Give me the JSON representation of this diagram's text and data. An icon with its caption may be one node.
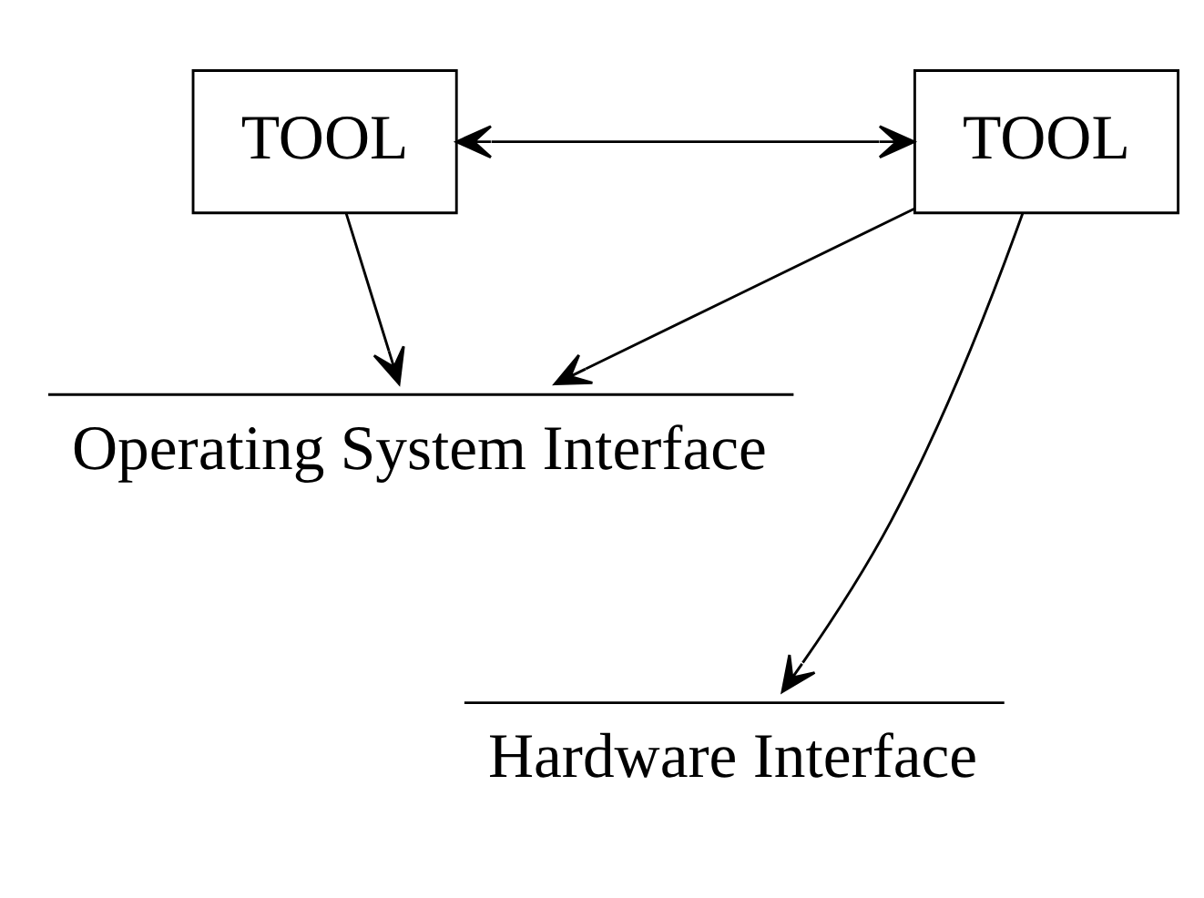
{
  "diagram": {
    "nodes": [
      {
        "text": [
          "TOOL"
        ]
      },
      {
        "text": [
          "TOOL"
        ]
      },
      {
        "text": [
          "Operating System Interface"
        ]
      },
      {
        "text": [
          "Hardware Interface"
        ]
      }
    ],
    "edges": [
      {
        "from": 0,
        "to": 1,
        "arrow": "both"
      },
      {
        "from": 0,
        "to": 2,
        "arrow": "to"
      },
      {
        "from": 1,
        "to": 2,
        "arrow": "to"
      },
      {
        "from": 1,
        "to": 3,
        "arrow": "to"
      }
    ]
  }
}
